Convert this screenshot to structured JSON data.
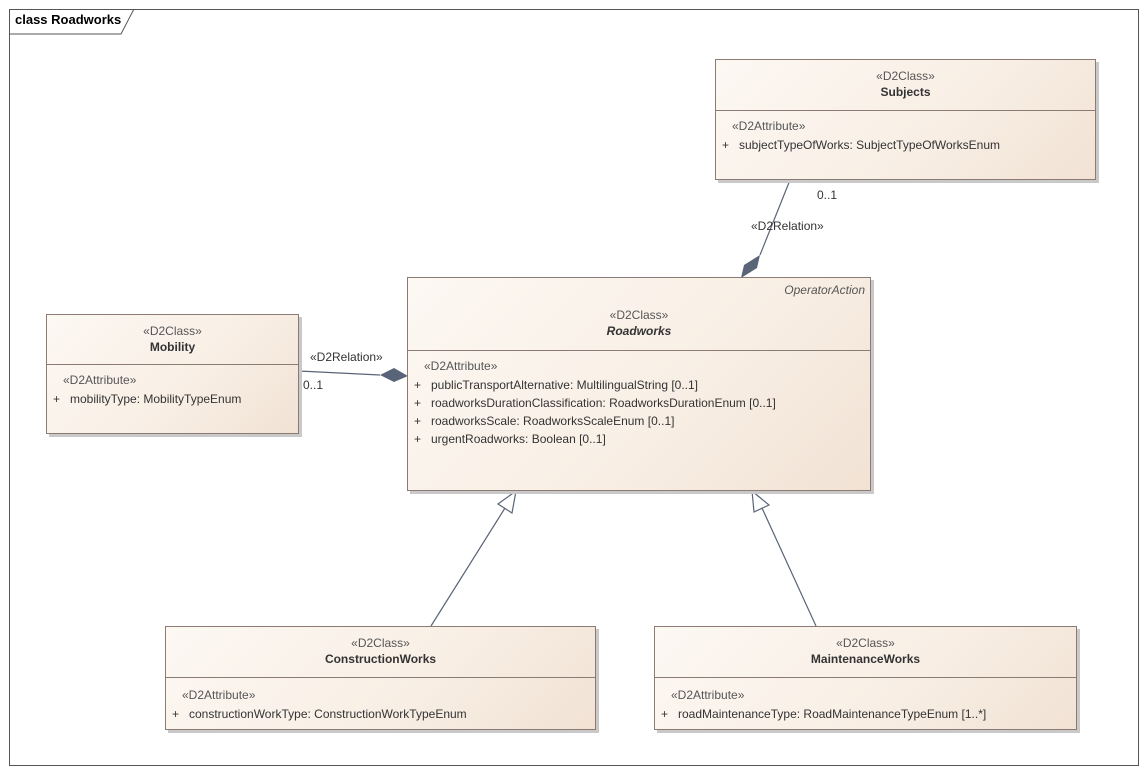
{
  "frame": {
    "title": "class Roadworks"
  },
  "classes": {
    "subjects": {
      "stereotype": "«D2Class»",
      "name": "Subjects",
      "attr_stereotype": "«D2Attribute»",
      "attributes": [
        {
          "vis": "+",
          "text": "subjectTypeOfWorks: SubjectTypeOfWorksEnum"
        }
      ]
    },
    "roadworks": {
      "parent": "OperatorAction",
      "stereotype": "«D2Class»",
      "name": "Roadworks",
      "attr_stereotype": "«D2Attribute»",
      "attributes": [
        {
          "vis": "+",
          "text": "publicTransportAlternative: MultilingualString [0..1]"
        },
        {
          "vis": "+",
          "text": "roadworksDurationClassification: RoadworksDurationEnum [0..1]"
        },
        {
          "vis": "+",
          "text": "roadworksScale: RoadworksScaleEnum [0..1]"
        },
        {
          "vis": "+",
          "text": "urgentRoadworks: Boolean [0..1]"
        }
      ]
    },
    "mobility": {
      "stereotype": "«D2Class»",
      "name": "Mobility",
      "attr_stereotype": "«D2Attribute»",
      "attributes": [
        {
          "vis": "+",
          "text": "mobilityType: MobilityTypeEnum"
        }
      ]
    },
    "construction": {
      "stereotype": "«D2Class»",
      "name": "ConstructionWorks",
      "attr_stereotype": "«D2Attribute»",
      "attributes": [
        {
          "vis": "+",
          "text": "constructionWorkType: ConstructionWorkTypeEnum"
        }
      ]
    },
    "maintenance": {
      "stereotype": "«D2Class»",
      "name": "MaintenanceWorks",
      "attr_stereotype": "«D2Attribute»",
      "attributes": [
        {
          "vis": "+",
          "text": "roadMaintenanceType: RoadMaintenanceTypeEnum [1..*]"
        }
      ]
    }
  },
  "relations": {
    "subjects_rel": {
      "stereotype": "«D2Relation»",
      "multiplicity": "0..1"
    },
    "mobility_rel": {
      "stereotype": "«D2Relation»",
      "multiplicity": "0..1"
    }
  }
}
